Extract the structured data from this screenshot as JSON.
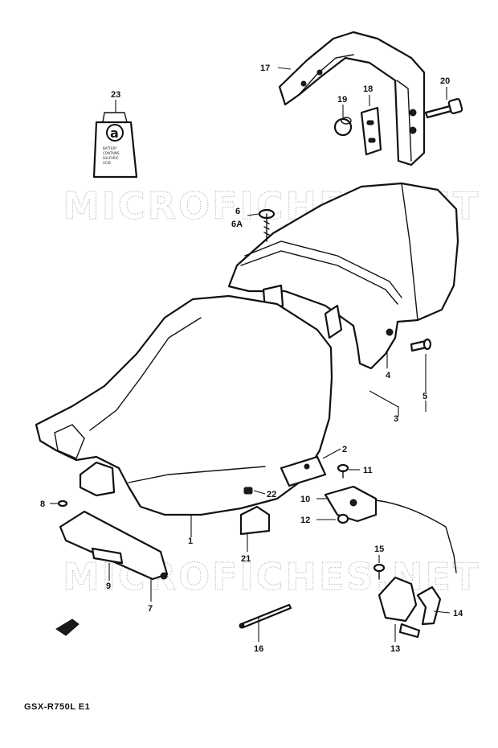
{
  "watermarks": [
    "MICROFICHES.NET",
    "MICROFICHES.NET"
  ],
  "model_label": "GSX-R750L E1",
  "callouts": {
    "p1": "1",
    "p2": "2",
    "p3": "3",
    "p4": "4",
    "p5": "5",
    "p6": "6",
    "p6a": "6A",
    "p7": "7",
    "p8": "8",
    "p9": "9",
    "p10": "10",
    "p11": "11",
    "p12": "12",
    "p13": "13",
    "p14": "14",
    "p15": "15",
    "p16": "16",
    "p17": "17",
    "p18": "18",
    "p19": "19",
    "p20": "20",
    "p21": "21",
    "p22": "22",
    "p23": "23"
  },
  "caution_label": {
    "symbol": "a",
    "text_lines": [
      "BATTERY",
      "CONTAINS",
      "SULFURIC",
      "ACID"
    ]
  },
  "colors": {
    "ink": "#111111",
    "watermark": "#bdbdbd",
    "background": "#ffffff"
  }
}
